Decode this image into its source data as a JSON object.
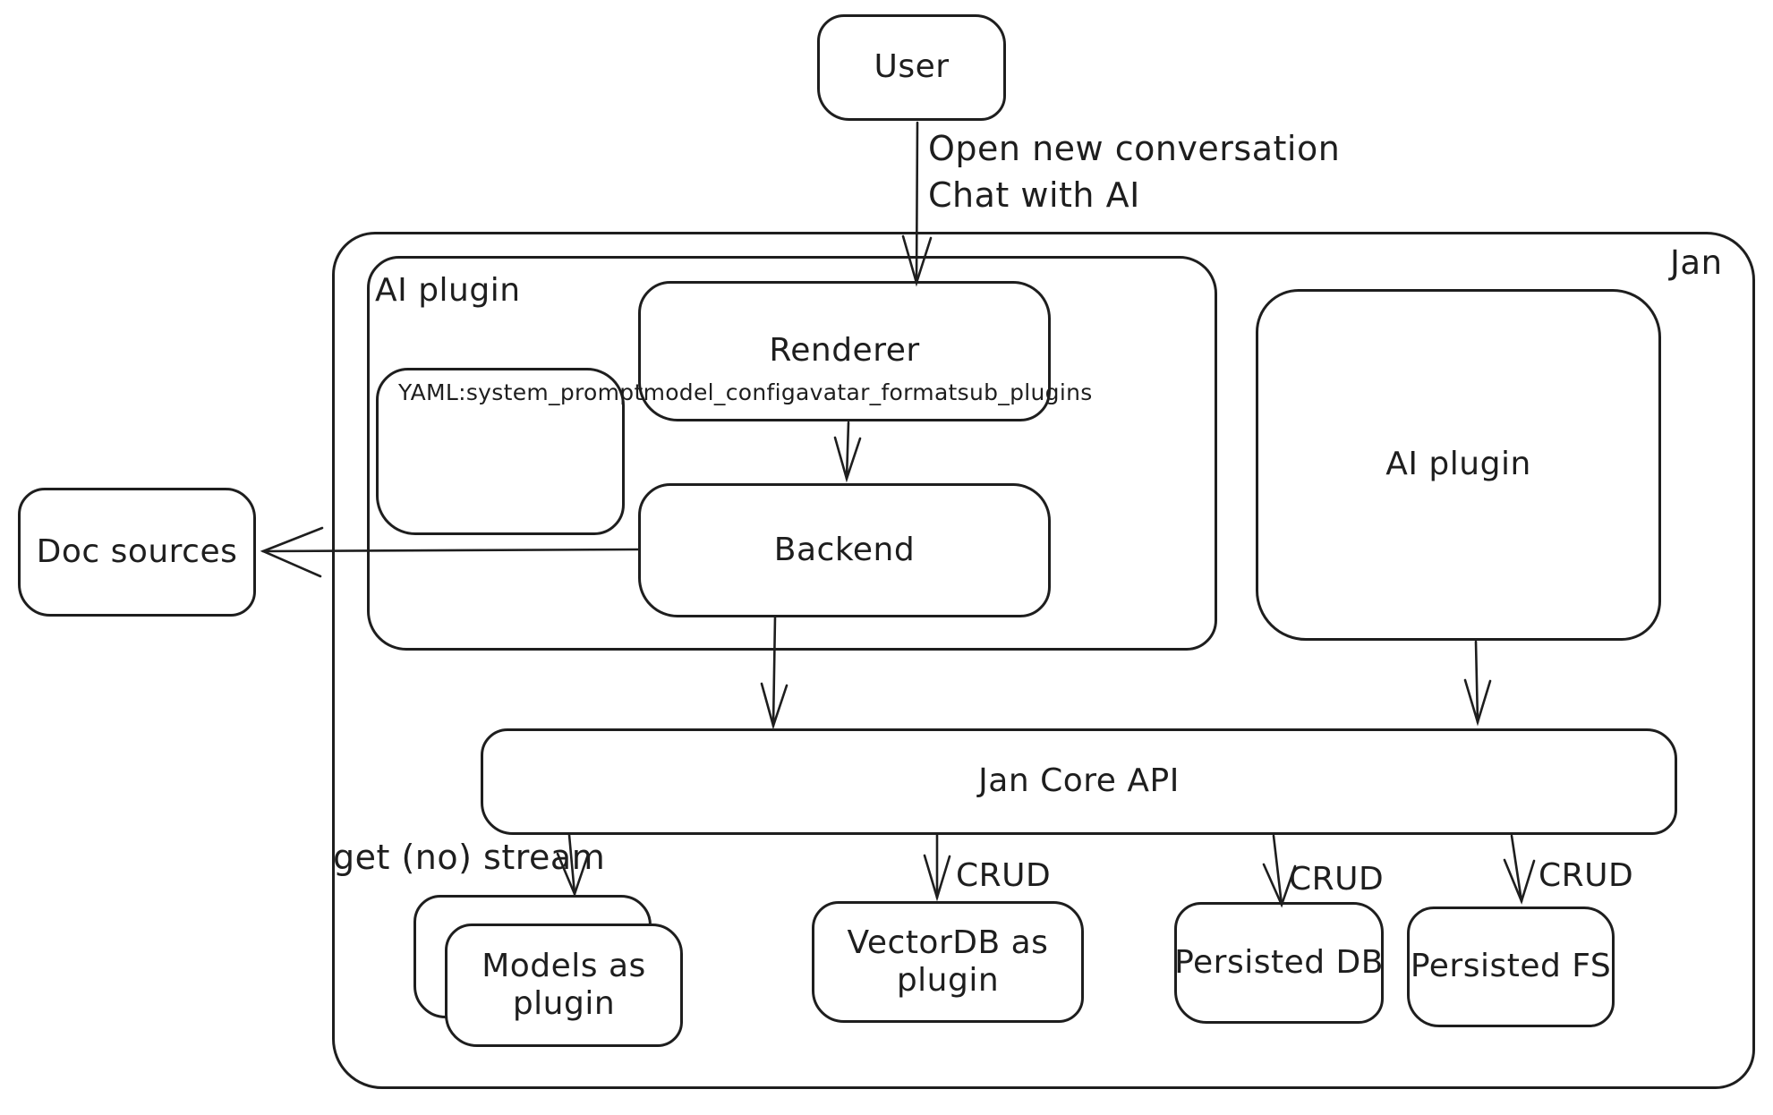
{
  "colors": {
    "stroke": "#1e1e1e",
    "background": "#ffffff"
  },
  "nodes": {
    "user": {
      "label": "User"
    },
    "jan": {
      "label": "Jan"
    },
    "ai_plugin_container": {
      "label": "AI plugin"
    },
    "renderer": {
      "label": "Renderer"
    },
    "backend": {
      "label": "Backend"
    },
    "doc_sources": {
      "label": "Doc sources"
    },
    "ai_plugin_right": {
      "label": "AI plugin"
    },
    "jan_core_api": {
      "label": "Jan Core API"
    },
    "models": {
      "line1": "Models as",
      "line2": "plugin"
    },
    "vectordb": {
      "line1": "VectorDB as",
      "line2": "plugin"
    },
    "persisted_db": {
      "label": "Persisted DB"
    },
    "persisted_fs": {
      "label": "Persisted FS"
    }
  },
  "yaml_note": {
    "lines": [
      "YAML:",
      "system_prompt",
      "model_config",
      "avatar_format",
      "sub_plugins"
    ]
  },
  "edge_labels": {
    "open_conversation_line1": "Open new conversation",
    "open_conversation_line2": "Chat with AI",
    "stream": "get (no) stream",
    "crud_vectordb": "CRUD",
    "crud_persisted_db": "CRUD",
    "crud_persisted_fs": "CRUD"
  }
}
